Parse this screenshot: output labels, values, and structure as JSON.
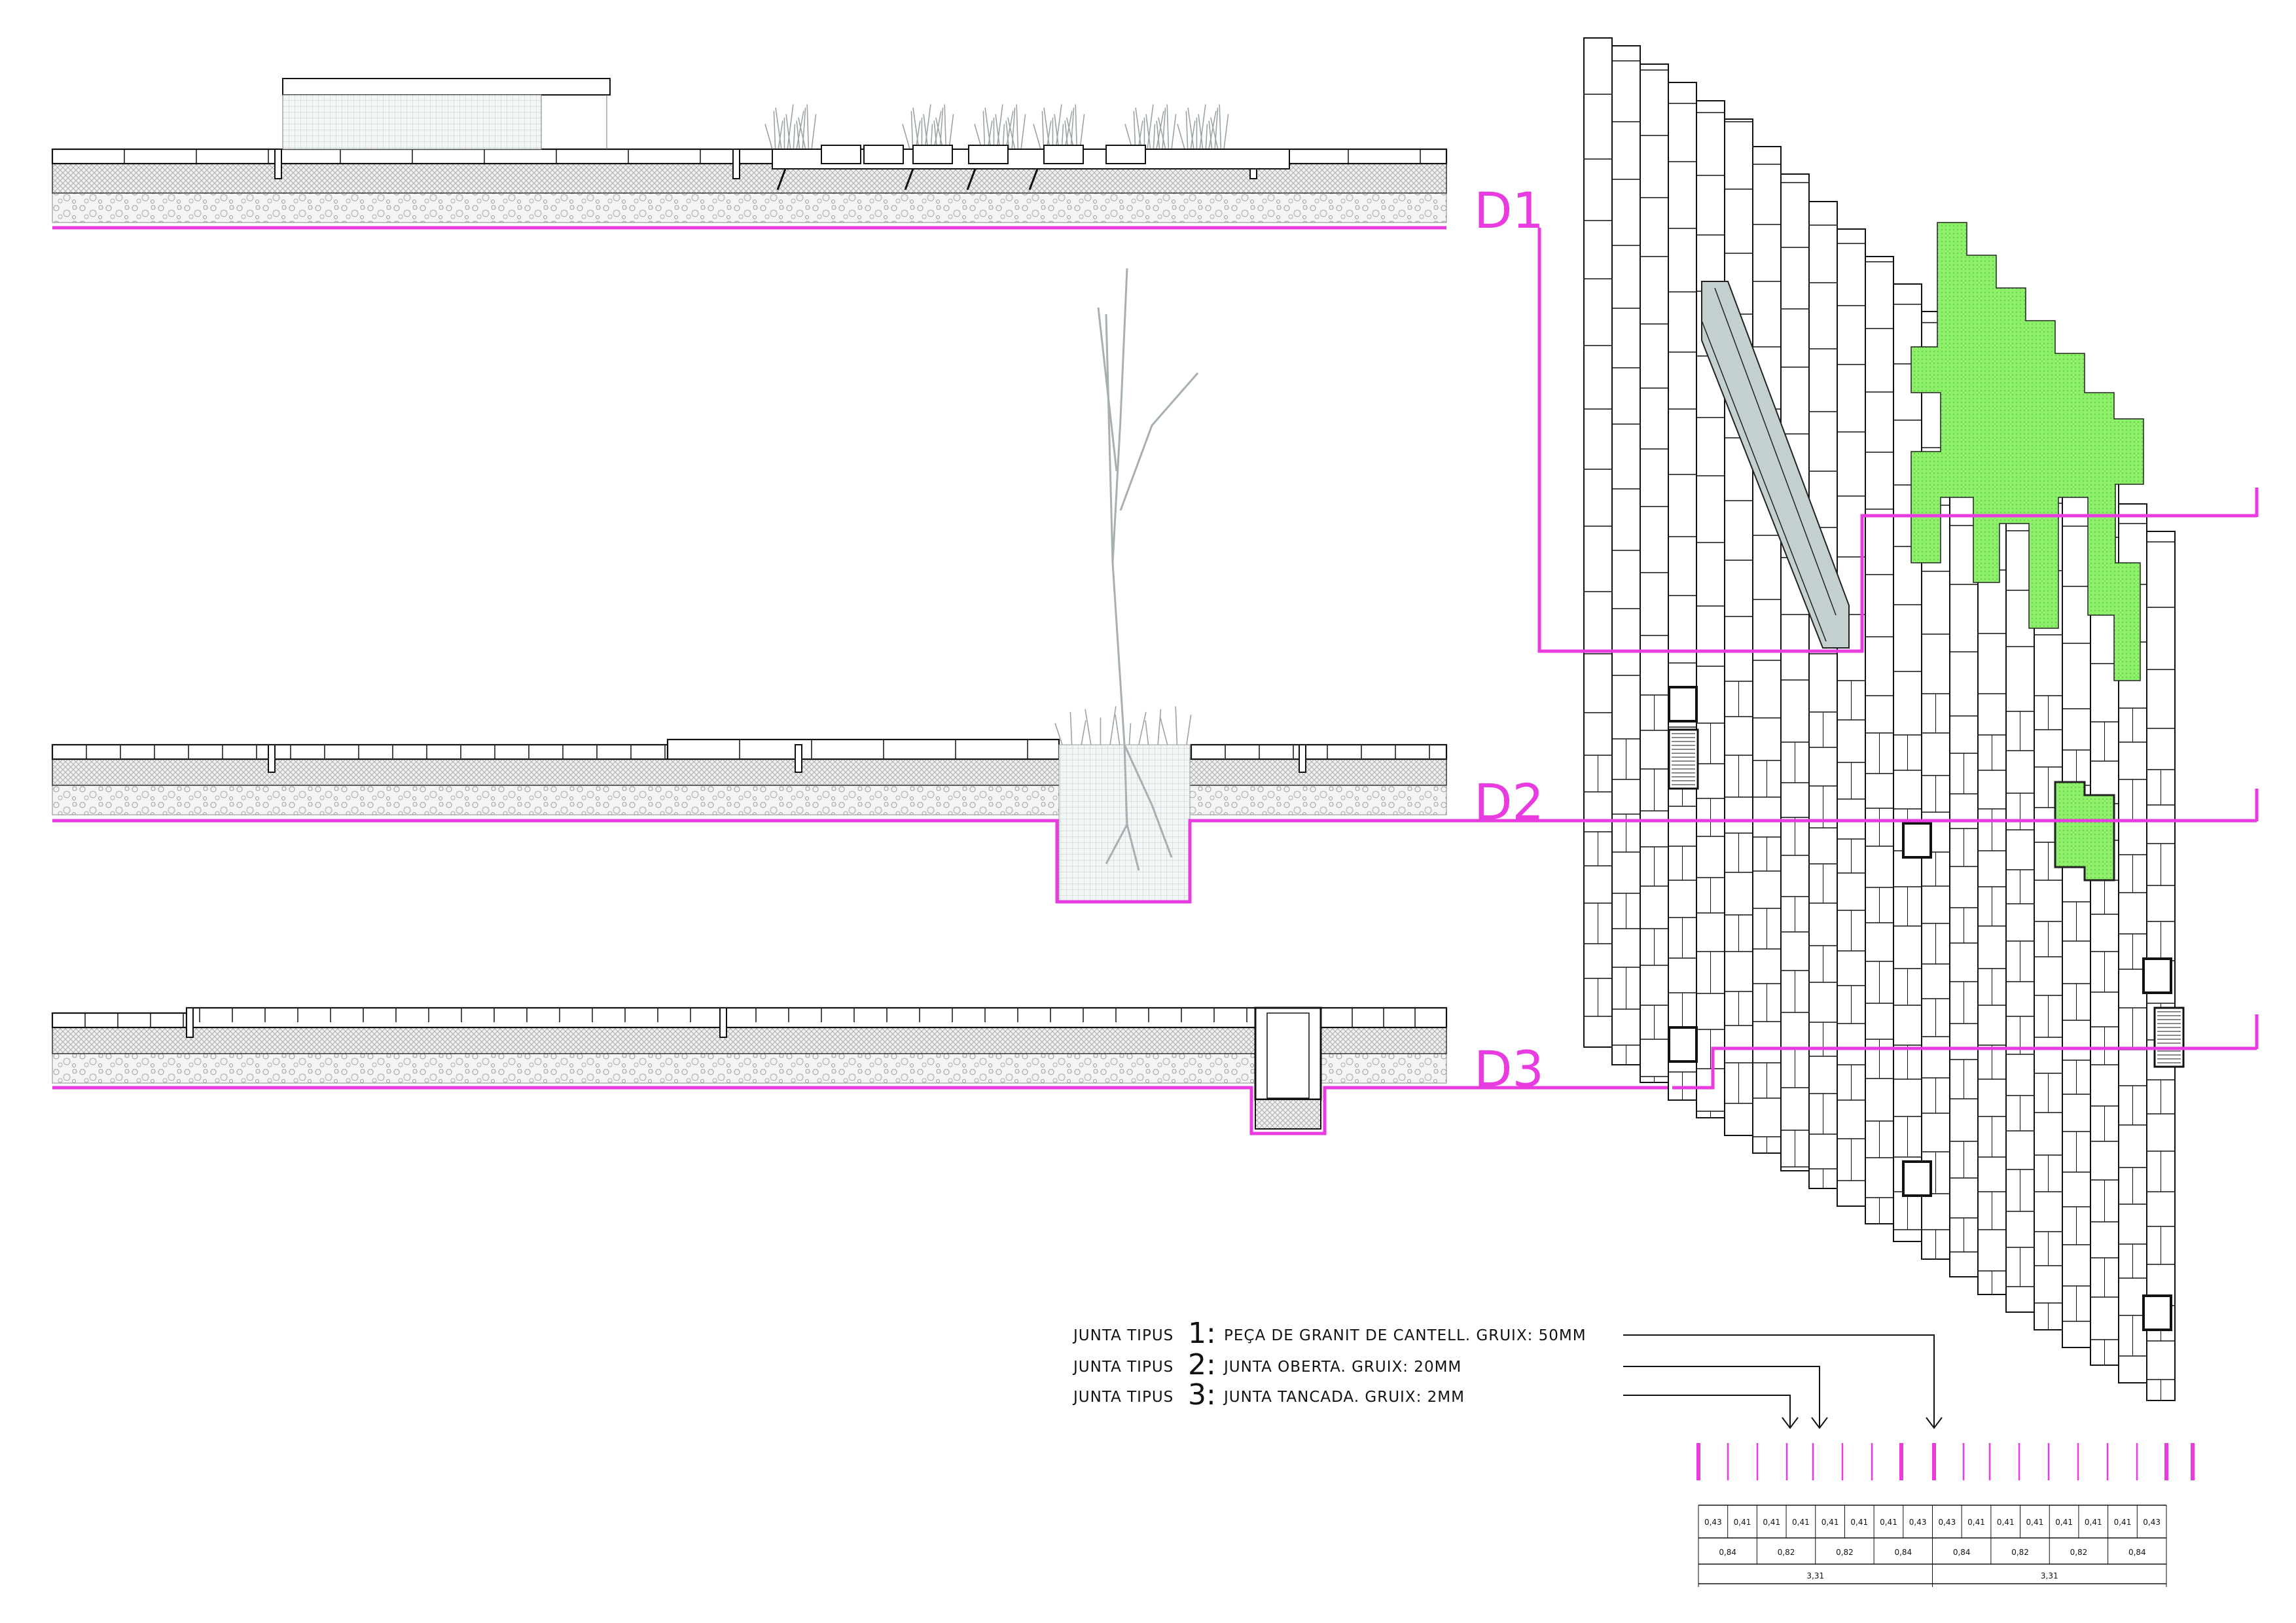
{
  "sections": [
    {
      "id": "d1",
      "label": "D1"
    },
    {
      "id": "d2",
      "label": "D2"
    },
    {
      "id": "d3",
      "label": "D3"
    }
  ],
  "legend": [
    {
      "prefix": "JUNTA TIPUS",
      "num": "1:",
      "text": "PEÇA DE GRANIT DE CANTELL. GRUIX: 50MM"
    },
    {
      "prefix": "JUNTA TIPUS",
      "num": "2:",
      "text": "JUNTA OBERTA. GRUIX: 20MM"
    },
    {
      "prefix": "JUNTA TIPUS",
      "num": "3:",
      "text": "JUNTA TANCADA. GRUIX: 2MM"
    }
  ],
  "dimensions": {
    "row1": [
      "0,43",
      "0,41",
      "0,41",
      "0,41",
      "0,41",
      "0,41",
      "0,41",
      "0,43",
      "0,43",
      "0,41",
      "0,41",
      "0,41",
      "0,41",
      "0,41",
      "0,41",
      "0,43"
    ],
    "row2": [
      "0,84",
      "0,82",
      "0,82",
      "0,84",
      "0,84",
      "0,82",
      "0,82",
      "0,84"
    ],
    "row3": [
      "3,31",
      "3,31"
    ]
  },
  "colors": {
    "accent": "#e83ce0",
    "vegetation": "#7ee85a",
    "hatch": "#9a9a9a",
    "glass": "#b9c6c6",
    "line": "#111111"
  }
}
